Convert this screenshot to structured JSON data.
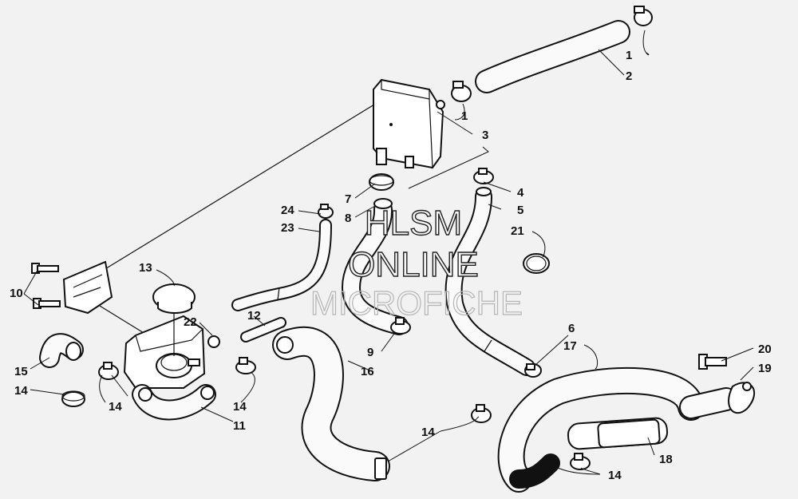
{
  "watermark": {
    "line1": "HLSM",
    "line2": "ONLINE",
    "line3": "MICROFICHE"
  },
  "callouts": {
    "c1a": "1",
    "c2": "2",
    "c1b": "1",
    "c3": "3",
    "c4": "4",
    "c5": "5",
    "c7": "7",
    "c8": "8",
    "c24": "24",
    "c23": "23",
    "c21": "21",
    "c13": "13",
    "c10": "10",
    "c22": "22",
    "c12": "12",
    "c9": "9",
    "c6": "6",
    "c17": "17",
    "c20": "20",
    "c19": "19",
    "c15": "15",
    "c14a": "14",
    "c14b": "14",
    "c14c": "14",
    "c14d": "14",
    "c14e": "14",
    "c11": "11",
    "c16": "16",
    "c18": "18"
  }
}
